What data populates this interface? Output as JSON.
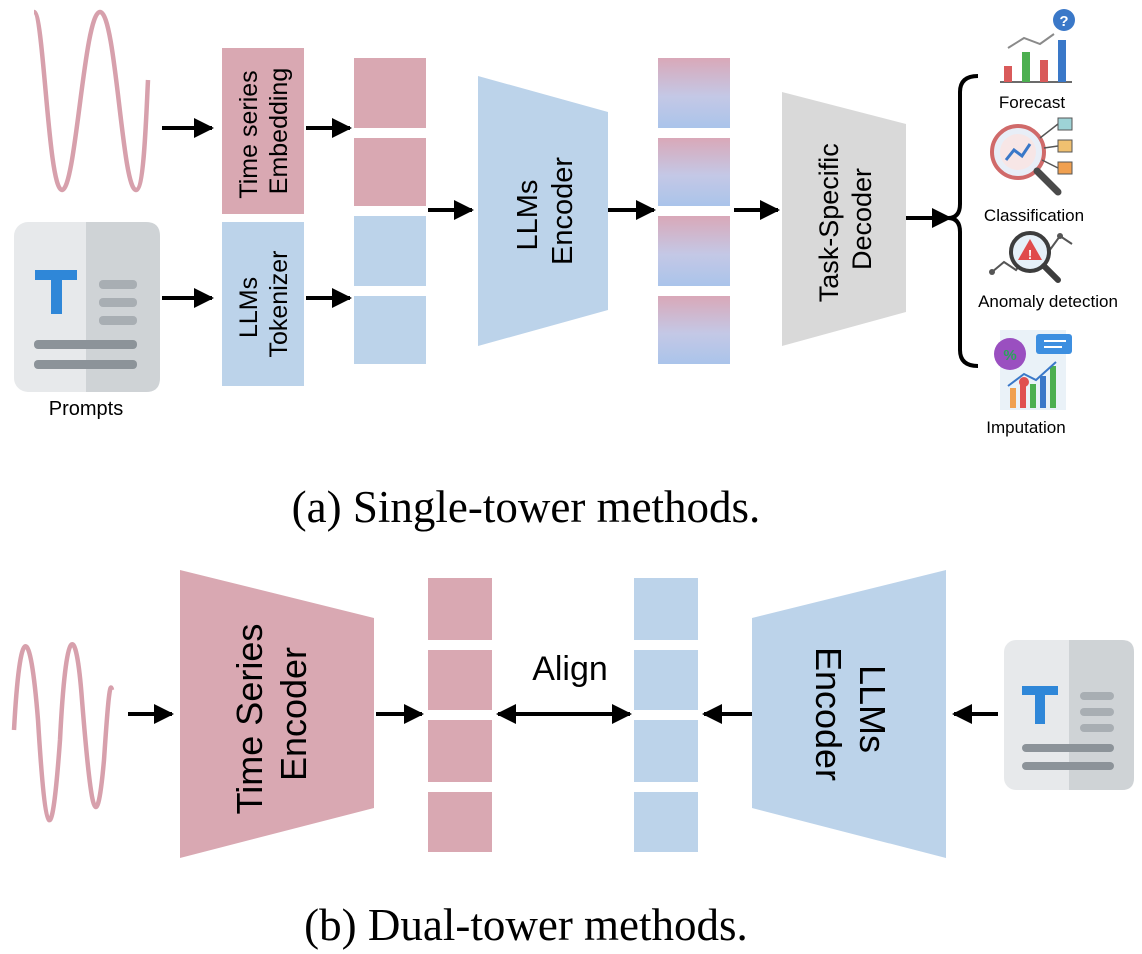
{
  "colors": {
    "pink": "#d9a8b2",
    "blue": "#bcd3ea",
    "gray": "#d9d9d9",
    "wave": "#d7a0ac",
    "arrow": "#000000"
  },
  "icons": {
    "prompt": "prompt-document-icon",
    "forecast": "forecast-bar-chart-icon",
    "classification": "classification-magnifier-icon",
    "anomaly": "anomaly-warning-icon",
    "imputation": "imputation-chart-icon"
  },
  "single": {
    "caption": "(a) Single-tower methods.",
    "embedding_label": [
      "Time series",
      "Embedding"
    ],
    "tokenizer_label": [
      "LLMs",
      "Tokenizer"
    ],
    "encoder_label": [
      "LLMs",
      "Encoder"
    ],
    "decoder_label": [
      "Task-Specific",
      "Decoder"
    ],
    "prompts_label": "Prompts",
    "tasks": {
      "forecast": "Forecast",
      "classification": "Classification",
      "anomaly": "Anomaly detection",
      "imputation": "Imputation"
    }
  },
  "dual": {
    "caption": "(b) Dual-tower methods.",
    "ts_encoder_label": [
      "Time Series",
      "Encoder"
    ],
    "llm_encoder_label": [
      "LLMs",
      "Encoder"
    ],
    "align_label": "Align"
  }
}
